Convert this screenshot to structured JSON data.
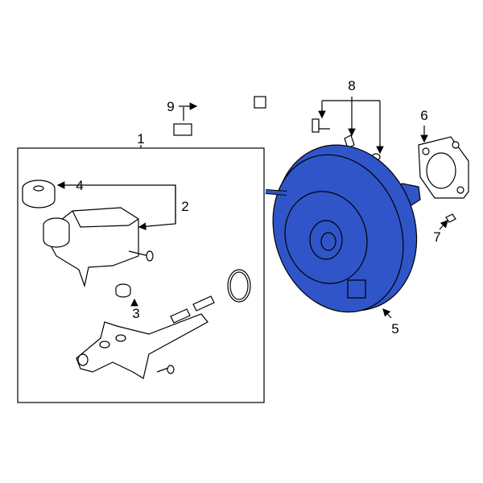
{
  "callouts": [
    {
      "id": "1",
      "text": "1"
    },
    {
      "id": "2",
      "text": "2"
    },
    {
      "id": "3",
      "text": "3"
    },
    {
      "id": "4",
      "text": "4"
    },
    {
      "id": "5",
      "text": "5"
    },
    {
      "id": "6",
      "text": "6"
    },
    {
      "id": "7",
      "text": "7"
    },
    {
      "id": "8",
      "text": "8"
    },
    {
      "id": "9",
      "text": "9"
    }
  ],
  "colors": {
    "highlight": "#2f55c8",
    "line": "#000000",
    "background": "#ffffff"
  },
  "highlighted_part": "5"
}
